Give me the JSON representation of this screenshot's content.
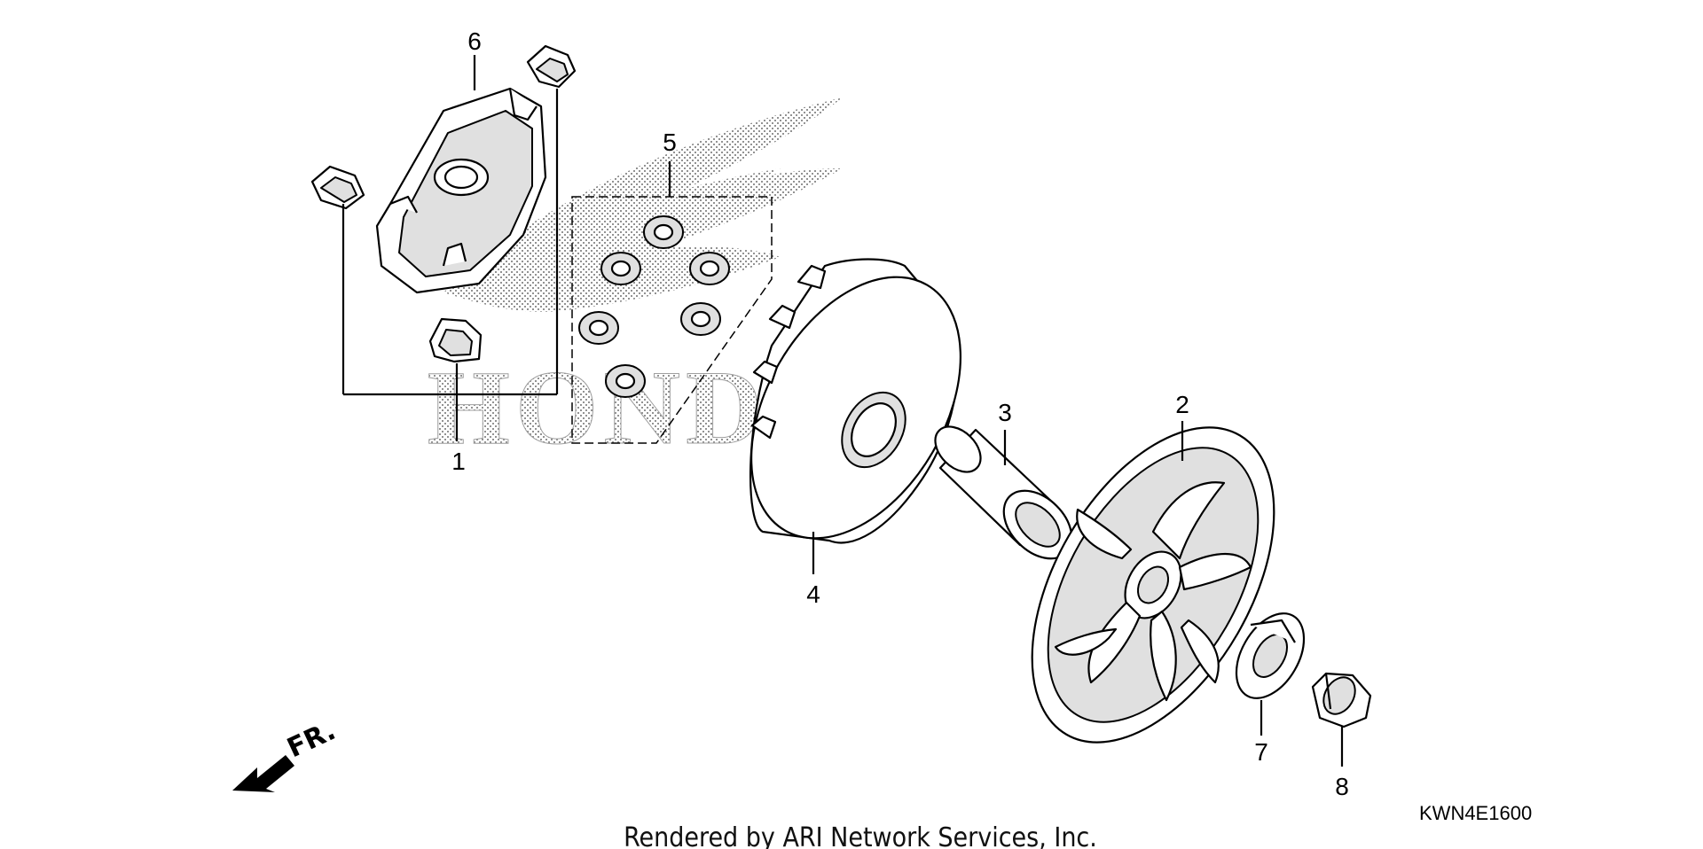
{
  "diagram": {
    "callouts": {
      "part_1": "1",
      "part_2": "2",
      "part_3": "3",
      "part_4": "4",
      "part_5": "5",
      "part_6": "6",
      "part_7": "7",
      "part_8": "8"
    },
    "direction_label": "FR.",
    "diagram_code": "KWN4E1600",
    "credit": "Rendered by ARI Network Services, Inc.",
    "watermark_text": "HONDA"
  }
}
